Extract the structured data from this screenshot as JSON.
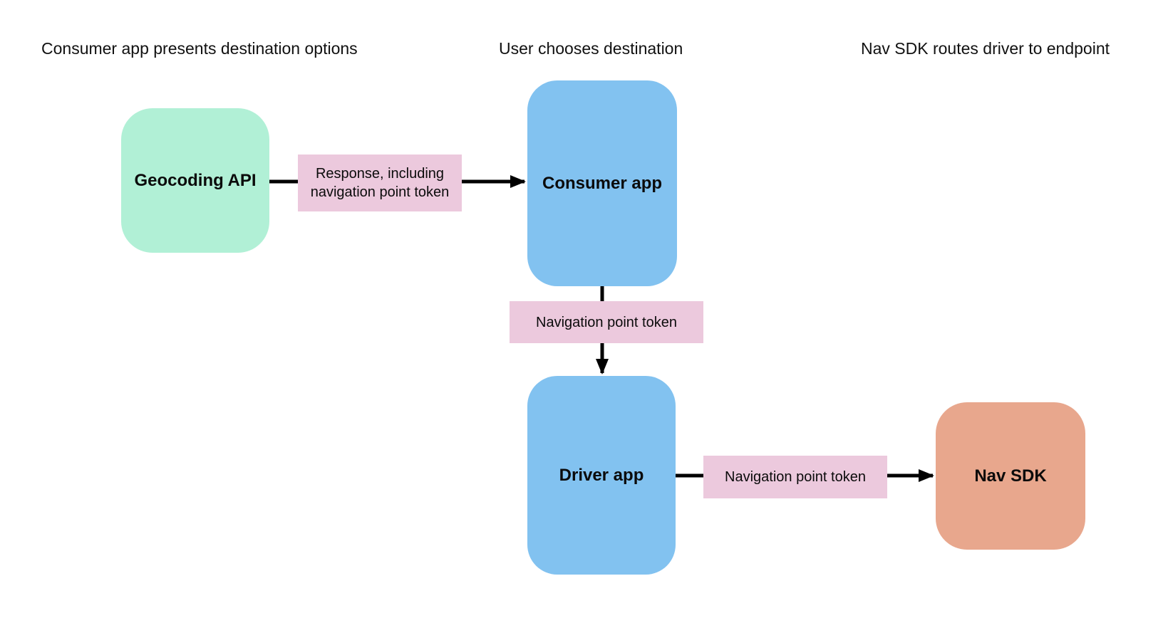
{
  "diagram": {
    "background_color": "#ffffff",
    "text_color": "#0b0b0b",
    "arrow_color": "#000000",
    "headers": [
      {
        "label": "Consumer app presents destination options"
      },
      {
        "label": "User chooses destination"
      },
      {
        "label": "Nav SDK routes driver to endpoint"
      }
    ],
    "nodes": [
      {
        "id": "geocoding-api",
        "label": "Geocoding API",
        "color": "#b1f0d6"
      },
      {
        "id": "consumer-app",
        "label": "Consumer app",
        "color": "#82c2f0"
      },
      {
        "id": "driver-app",
        "label": "Driver app",
        "color": "#82c2f0"
      },
      {
        "id": "nav-sdk",
        "label": "Nav SDK",
        "color": "#e8a78d"
      }
    ],
    "edges": [
      {
        "from": "geocoding-api",
        "to": "consumer-app",
        "label": "Response, including navigation point token",
        "label_color": "#ecc9dd"
      },
      {
        "from": "consumer-app",
        "to": "driver-app",
        "label": "Navigation point token",
        "label_color": "#ecc9dd"
      },
      {
        "from": "driver-app",
        "to": "nav-sdk",
        "label": "Navigation point token",
        "label_color": "#ecc9dd"
      }
    ]
  }
}
